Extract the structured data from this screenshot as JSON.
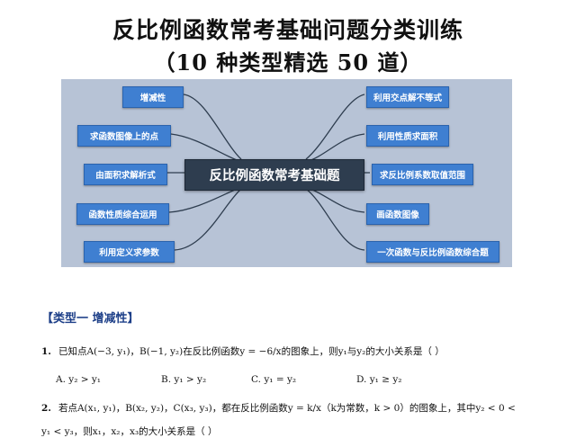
{
  "title_line1": "反比例函数常考基础问题分类训练",
  "title_line2": "（10 种类型精选 50 道）",
  "mindmap": {
    "center": "反比例函数常考基础题",
    "left_nodes": [
      "增减性",
      "求函数图像上的点",
      "由面积求解析式",
      "函数性质综合运用",
      "利用定义求参数"
    ],
    "right_nodes": [
      "利用交点解不等式",
      "利用性质求面积",
      "求反比例系数取值范围",
      "画函数图像",
      "一次函数与反比例函数综合题"
    ]
  },
  "section_title": "【类型一  增减性】",
  "q1": {
    "number": "1.",
    "text": "已知点A(−3, y₁)，B(−1, y₂)在反比例函数y = −6/x的图象上，则y₁与y₂的大小关系是（    ）",
    "options": [
      "A.  y₂ > y₁",
      "B.  y₁ > y₂",
      "C.  y₁ = y₂",
      "D.  y₁ ≥ y₂"
    ]
  },
  "q2": {
    "number": "2.",
    "text": "若点A(x₁, y₁)，B(x₂, y₂)，C(x₃, y₃)，都在反比例函数y = k/x（k为常数，k > 0）的图象上，其中y₂ < 0 <",
    "text_cont": "y₁ < y₃，则x₁，x₂，x₃的大小关系是（    ）"
  }
}
